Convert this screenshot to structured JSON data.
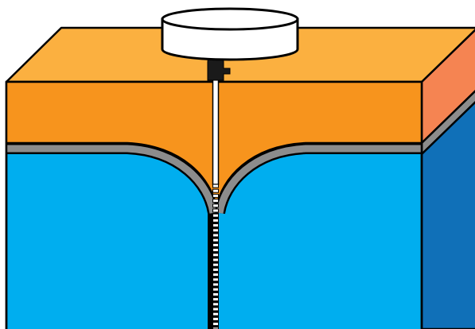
{
  "diagram": {
    "kind": "block-cross-section",
    "layers": [
      {
        "name": "upper-layer",
        "front_color": "#F7941D",
        "top_color": "#FBB040",
        "side_color": "#F58452"
      },
      {
        "name": "interface-layer",
        "front_color": "#8C8C8C",
        "side_color": "#8C8C8C"
      },
      {
        "name": "lower-layer",
        "front_color": "#00AEEF",
        "side_color": "#1070B8"
      }
    ],
    "outline_color": "#000000",
    "components": [
      "wellhead-cap",
      "wellhead-connector",
      "borehole-pipe",
      "perforated-casing"
    ],
    "component_colors": {
      "cap_fill": "#FFFFFF",
      "connector_fill": "#1A1A1A",
      "pipe_fill": "#FFFFFF"
    }
  }
}
